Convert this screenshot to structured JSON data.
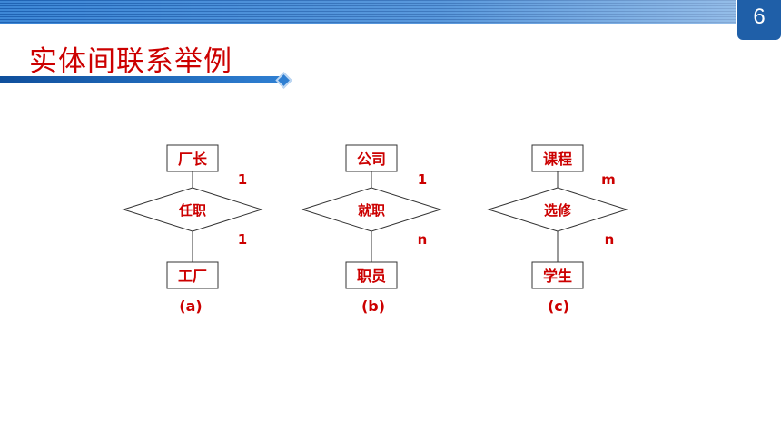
{
  "slide": {
    "page_number": "6",
    "title": "实体间联系举例"
  },
  "diagrams": [
    {
      "label": "(a)",
      "top_entity": "厂长",
      "relation": "任职",
      "bottom_entity": "工厂",
      "top_card": "1",
      "bottom_card": "1"
    },
    {
      "label": "(b)",
      "top_entity": "公司",
      "relation": "就职",
      "bottom_entity": "职员",
      "top_card": "1",
      "bottom_card": "n"
    },
    {
      "label": "(c)",
      "top_entity": "课程",
      "relation": "选修",
      "bottom_entity": "学生",
      "top_card": "m",
      "bottom_card": "n"
    }
  ],
  "colors": {
    "accent": "#cc0000",
    "brand_blue": "#1f5fa8"
  }
}
